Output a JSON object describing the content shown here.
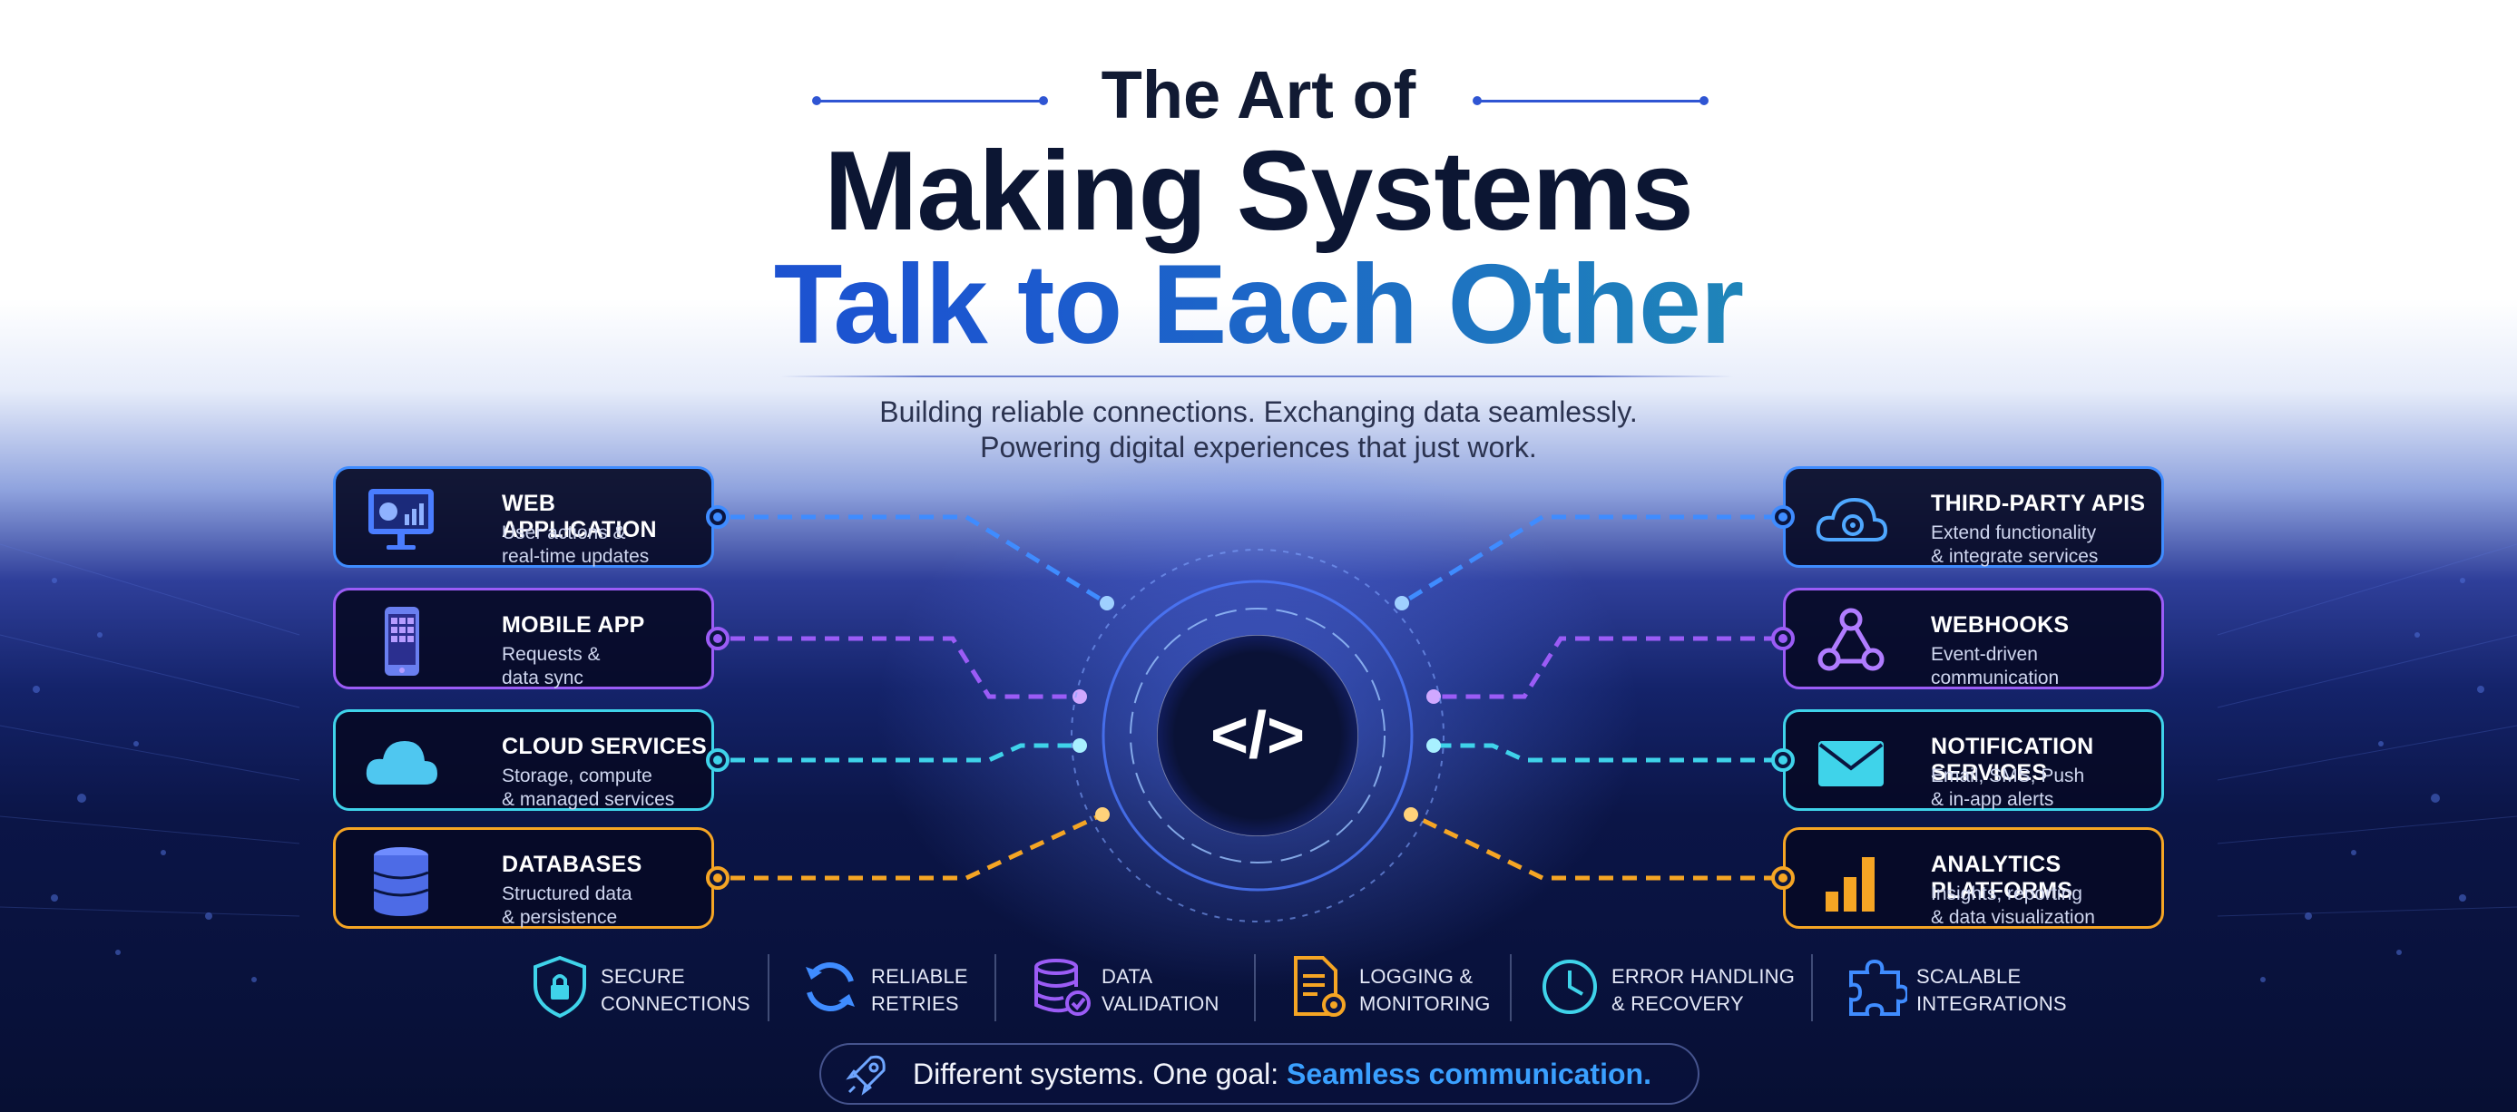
{
  "header": {
    "title_line1": "The Art of",
    "title_line2": "Making Systems",
    "title_line3": "Talk to Each Other",
    "subtitle_line1": "Building reliable connections. Exchanging data seamlessly.",
    "subtitle_line2": "Powering digital experiences that just work."
  },
  "left_cards": [
    {
      "title": "WEB APPLICATION",
      "desc1": "User actions &",
      "desc2": "real-time updates",
      "icon": "monitor-icon",
      "color": "#3f8cff"
    },
    {
      "title": "MOBILE APP",
      "desc1": "Requests &",
      "desc2": "data sync",
      "icon": "smartphone-icon",
      "color": "#9b5cf6"
    },
    {
      "title": "CLOUD SERVICES",
      "desc1": "Storage, compute",
      "desc2": "& managed services",
      "icon": "cloud-icon",
      "color": "#3fd3ea"
    },
    {
      "title": "DATABASES",
      "desc1": "Structured data",
      "desc2": "& persistence",
      "icon": "database-icon",
      "color": "#f5a524"
    }
  ],
  "right_cards": [
    {
      "title": "THIRD-PARTY APIS",
      "desc1": "Extend functionality",
      "desc2": "& integrate services",
      "icon": "cloud-gear-icon",
      "color": "#3f8cff"
    },
    {
      "title": "WEBHOOKS",
      "desc1": "Event-driven",
      "desc2": "communication",
      "icon": "webhook-icon",
      "color": "#9b5cf6"
    },
    {
      "title": "NOTIFICATION SERVICES",
      "desc1": "Email, SMS, Push",
      "desc2": "& in-app alerts",
      "icon": "envelope-icon",
      "color": "#3fd3ea"
    },
    {
      "title": "ANALYTICS PLATFORMS",
      "desc1": "Insights, reporting",
      "desc2": "& data visualization",
      "icon": "bar-chart-icon",
      "color": "#f5a524"
    }
  ],
  "hub": {
    "code": "</>"
  },
  "features": [
    {
      "line1": "SECURE",
      "line2": "CONNECTIONS",
      "icon": "shield-lock-icon",
      "color": "#3fd3ea"
    },
    {
      "line1": "RELIABLE",
      "line2": "RETRIES",
      "icon": "refresh-icon",
      "color": "#3f8cff"
    },
    {
      "line1": "DATA",
      "line2": "VALIDATION",
      "icon": "database-check-icon",
      "color": "#9b5cf6"
    },
    {
      "line1": "LOGGING &",
      "line2": "MONITORING",
      "icon": "document-icon",
      "color": "#f5a524"
    },
    {
      "line1": "ERROR HANDLING",
      "line2": "& RECOVERY",
      "icon": "clock-icon",
      "color": "#3fd3ea"
    },
    {
      "line1": "SCALABLE",
      "line2": "INTEGRATIONS",
      "icon": "puzzle-icon",
      "color": "#3f8cff"
    }
  ],
  "footer": {
    "text": "Different systems. One goal: ",
    "emphasis": "Seamless communication.",
    "icon": "rocket-icon"
  }
}
